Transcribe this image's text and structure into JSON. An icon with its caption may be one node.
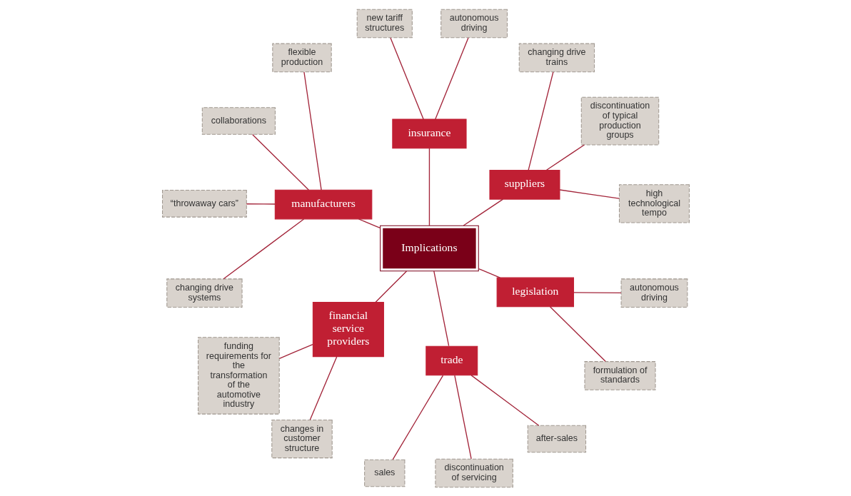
{
  "diagram": {
    "nodes": [
      {
        "text": [
          "Implications"
        ]
      },
      {
        "text": [
          "suppliers"
        ]
      },
      {
        "text": [
          "high technological tempo"
        ]
      },
      {
        "text": [
          "discontinuation of typical production groups"
        ]
      },
      {
        "text": [
          "changing drive trains"
        ]
      },
      {
        "text": [
          "insurance"
        ]
      },
      {
        "text": [
          "autonomous driving"
        ]
      },
      {
        "text": [
          "new tariff structures"
        ]
      },
      {
        "text": [
          "manufacturers"
        ]
      },
      {
        "text": [
          "flexible production"
        ]
      },
      {
        "text": [
          "collaborations"
        ]
      },
      {
        "text": [
          "“throwaway cars”"
        ]
      },
      {
        "text": [
          "changing drive systems"
        ]
      },
      {
        "text": [
          "financial service providers"
        ]
      },
      {
        "text": [
          "funding requirements for the transformation of the automotive industry"
        ]
      },
      {
        "text": [
          "changes in customer structure"
        ]
      },
      {
        "text": [
          "trade"
        ]
      },
      {
        "text": [
          "sales"
        ]
      },
      {
        "text": [
          "discontinuation of servicing"
        ]
      },
      {
        "text": [
          "after-sales"
        ]
      },
      {
        "text": [
          "legislation"
        ]
      },
      {
        "text": [
          "formulation of standards"
        ]
      },
      {
        "text": [
          "autonomous driving"
        ]
      }
    ],
    "edges": [
      {
        "from": 0,
        "to": 1,
        "arrow": "none"
      },
      {
        "from": 0,
        "to": 5,
        "arrow": "none"
      },
      {
        "from": 0,
        "to": 8,
        "arrow": "none"
      },
      {
        "from": 0,
        "to": 13,
        "arrow": "none"
      },
      {
        "from": 0,
        "to": 20,
        "arrow": "none"
      },
      {
        "from": 0,
        "to": 16,
        "arrow": "none"
      },
      {
        "from": 1,
        "to": 2,
        "arrow": "none"
      },
      {
        "from": 1,
        "to": 3,
        "arrow": "none"
      },
      {
        "from": 1,
        "to": 4,
        "arrow": "none"
      },
      {
        "from": 5,
        "to": 6,
        "arrow": "none"
      },
      {
        "from": 5,
        "to": 7,
        "arrow": "none"
      },
      {
        "from": 8,
        "to": 9,
        "arrow": "none"
      },
      {
        "from": 8,
        "to": 10,
        "arrow": "none"
      },
      {
        "from": 8,
        "to": 11,
        "arrow": "none"
      },
      {
        "from": 8,
        "to": 12,
        "arrow": "none"
      },
      {
        "from": 13,
        "to": 14,
        "arrow": "none"
      },
      {
        "from": 13,
        "to": 15,
        "arrow": "none"
      },
      {
        "from": 16,
        "to": 17,
        "arrow": "none"
      },
      {
        "from": 16,
        "to": 18,
        "arrow": "none"
      },
      {
        "from": 16,
        "to": 19,
        "arrow": "none"
      },
      {
        "from": 20,
        "to": 21,
        "arrow": "none"
      },
      {
        "from": 20,
        "to": 22,
        "arrow": "none"
      }
    ]
  }
}
